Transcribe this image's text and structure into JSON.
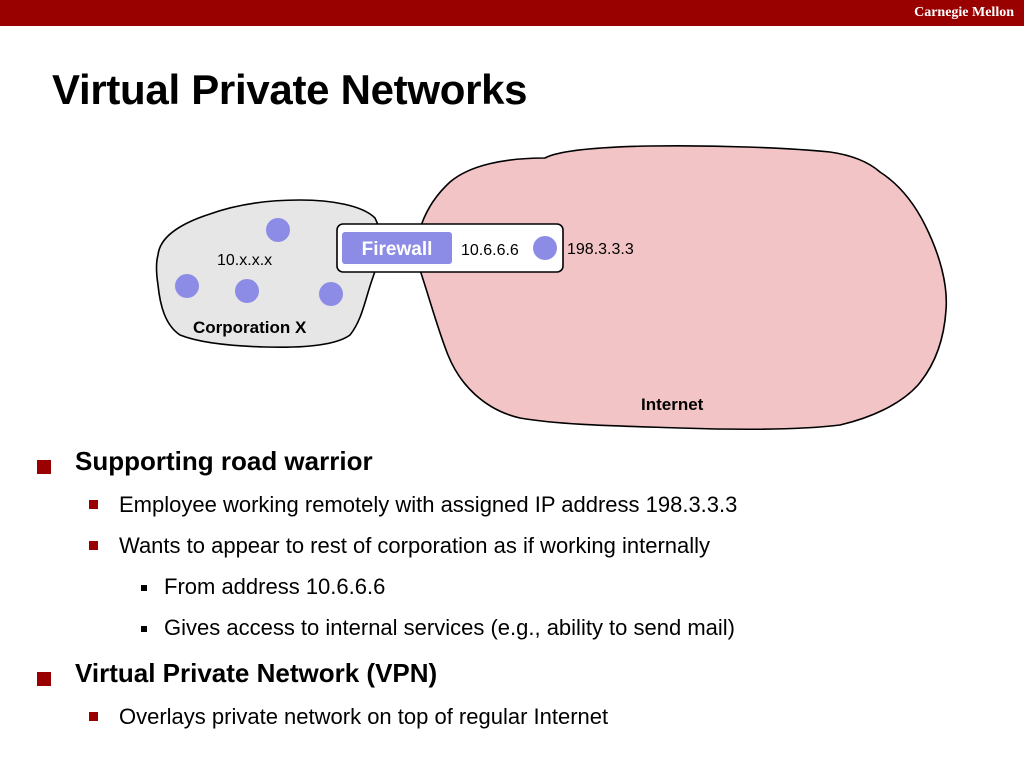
{
  "header": {
    "brand": "Carnegie Mellon"
  },
  "slide": {
    "title": "Virtual Private Networks"
  },
  "diagram": {
    "corp_subnet_label": "10.x.x.x",
    "corp_label": "Corporation X",
    "firewall_label": "Firewall",
    "firewall_internal_ip": "10.6.6.6",
    "remote_ip": "198.3.3.3",
    "internet_label": "Internet",
    "colors": {
      "corp_cloud": "#e6e6e6",
      "internet_cloud": "#f2c4c6",
      "host": "#8c8ce6",
      "firewall_button": "#8c8ce6"
    }
  },
  "bullets": [
    {
      "level": 1,
      "text": "Supporting road warrior"
    },
    {
      "level": 2,
      "text": "Employee working remotely with assigned IP address 198.3.3.3"
    },
    {
      "level": 2,
      "text": "Wants to appear to rest of corporation as if working internally"
    },
    {
      "level": 3,
      "text": "From address 10.6.6.6"
    },
    {
      "level": 3,
      "text": "Gives access to internal services (e.g., ability to send mail)"
    },
    {
      "level": 1,
      "text": "Virtual Private Network (VPN)"
    },
    {
      "level": 2,
      "text": "Overlays private network on top of regular Internet"
    }
  ]
}
